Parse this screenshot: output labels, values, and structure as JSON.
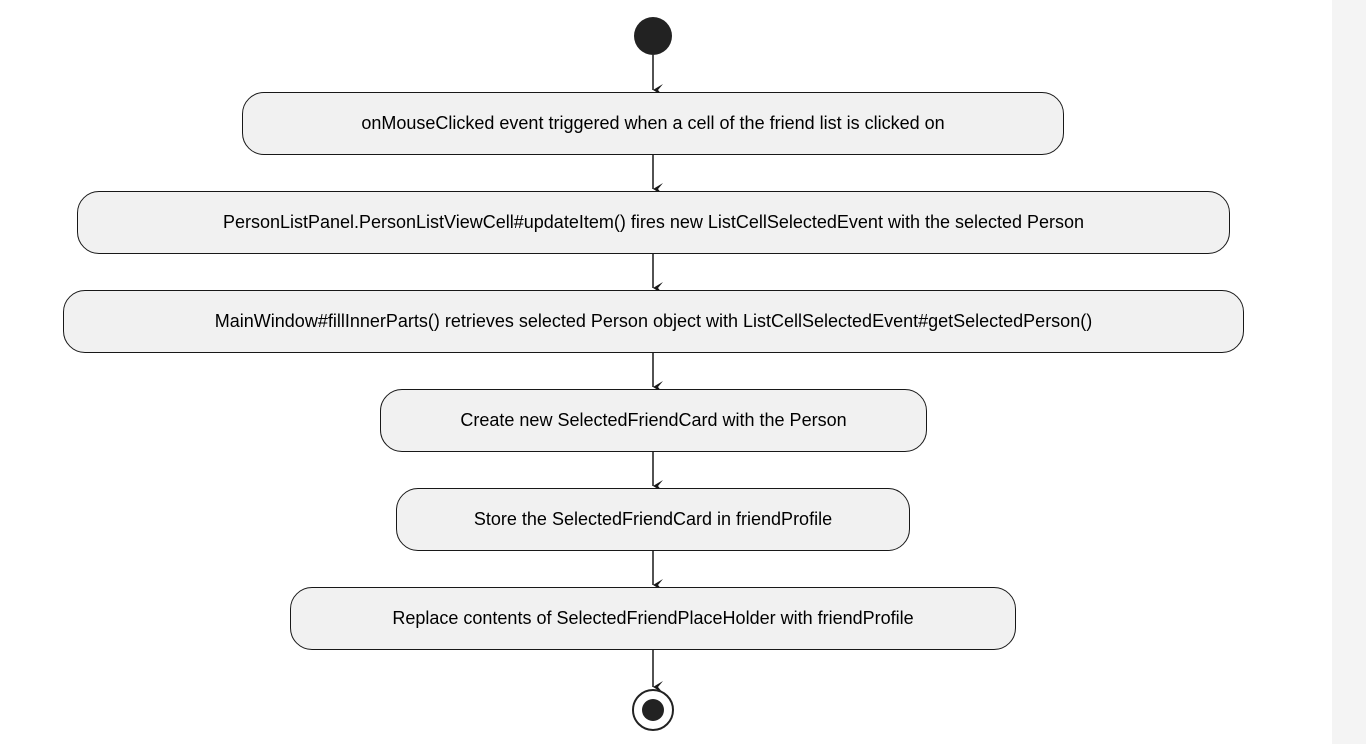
{
  "diagram": {
    "type": "activity",
    "start": "initial-node",
    "end": "final-node",
    "steps": [
      {
        "label": "onMouseClicked event triggered when a cell of the friend list is clicked on"
      },
      {
        "label": "PersonListPanel.PersonListViewCell#updateItem() fires new ListCellSelectedEvent with the selected Person"
      },
      {
        "label": "MainWindow#fillInnerParts() retrieves selected Person object with ListCellSelectedEvent#getSelectedPerson()"
      },
      {
        "label": "Create new SelectedFriendCard with the Person"
      },
      {
        "label": "Store the SelectedFriendCard in friendProfile"
      },
      {
        "label": "Replace contents of SelectedFriendPlaceHolder with friendProfile"
      }
    ],
    "colors": {
      "node_fill": "#f1f1f1",
      "node_border": "#181818",
      "line": "#181818",
      "start_end": "#222222"
    }
  }
}
